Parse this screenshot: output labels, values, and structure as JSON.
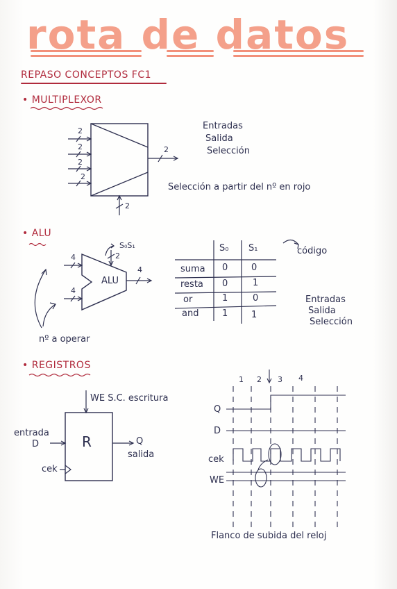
{
  "title": "rota de datos",
  "subtitle": "REPASO CONCEPTOS FC1",
  "multiplexor": {
    "heading": "MULTIPLEXOR",
    "input_width_label": "2",
    "output_width_label": "2",
    "select_width_label": "2",
    "legend": [
      "Entradas",
      "Salida",
      "Selección"
    ],
    "note": "Selección a partir del nº en rojo"
  },
  "alu": {
    "heading": "ALU",
    "box_label": "ALU",
    "input_a_width": "4",
    "input_b_width": "4",
    "output_width": "4",
    "control_width": "2",
    "control_label": "S₀S₁",
    "operate_note": "nº a operar",
    "code_note": "código",
    "table_headers": [
      "",
      "S₀",
      "S₁"
    ],
    "table_rows": [
      [
        "suma",
        "0",
        "0"
      ],
      [
        "resta",
        "0",
        "1"
      ],
      [
        "or",
        "1",
        "0"
      ],
      [
        "and",
        "1",
        "1"
      ]
    ],
    "legend": [
      "Entradas",
      "Salida",
      "Selección"
    ]
  },
  "registros": {
    "heading": "REGISTROS",
    "box_label": "R",
    "we_label": "WE  S.C. escritura",
    "entrada_label": "entrada",
    "d_label": "D",
    "q_label": "Q",
    "salida_label": "salida",
    "clk_label": "cek",
    "timing_numbers": [
      "1",
      "2",
      "3",
      "4"
    ],
    "timing_signals": [
      "Q",
      "D",
      "cek",
      "WE"
    ],
    "timing_caption": "Flanco de subida del reloj"
  },
  "colors": {
    "title": "#f4a08a",
    "heading_red": "#b02a3c",
    "ink": "#2d2f4f"
  }
}
